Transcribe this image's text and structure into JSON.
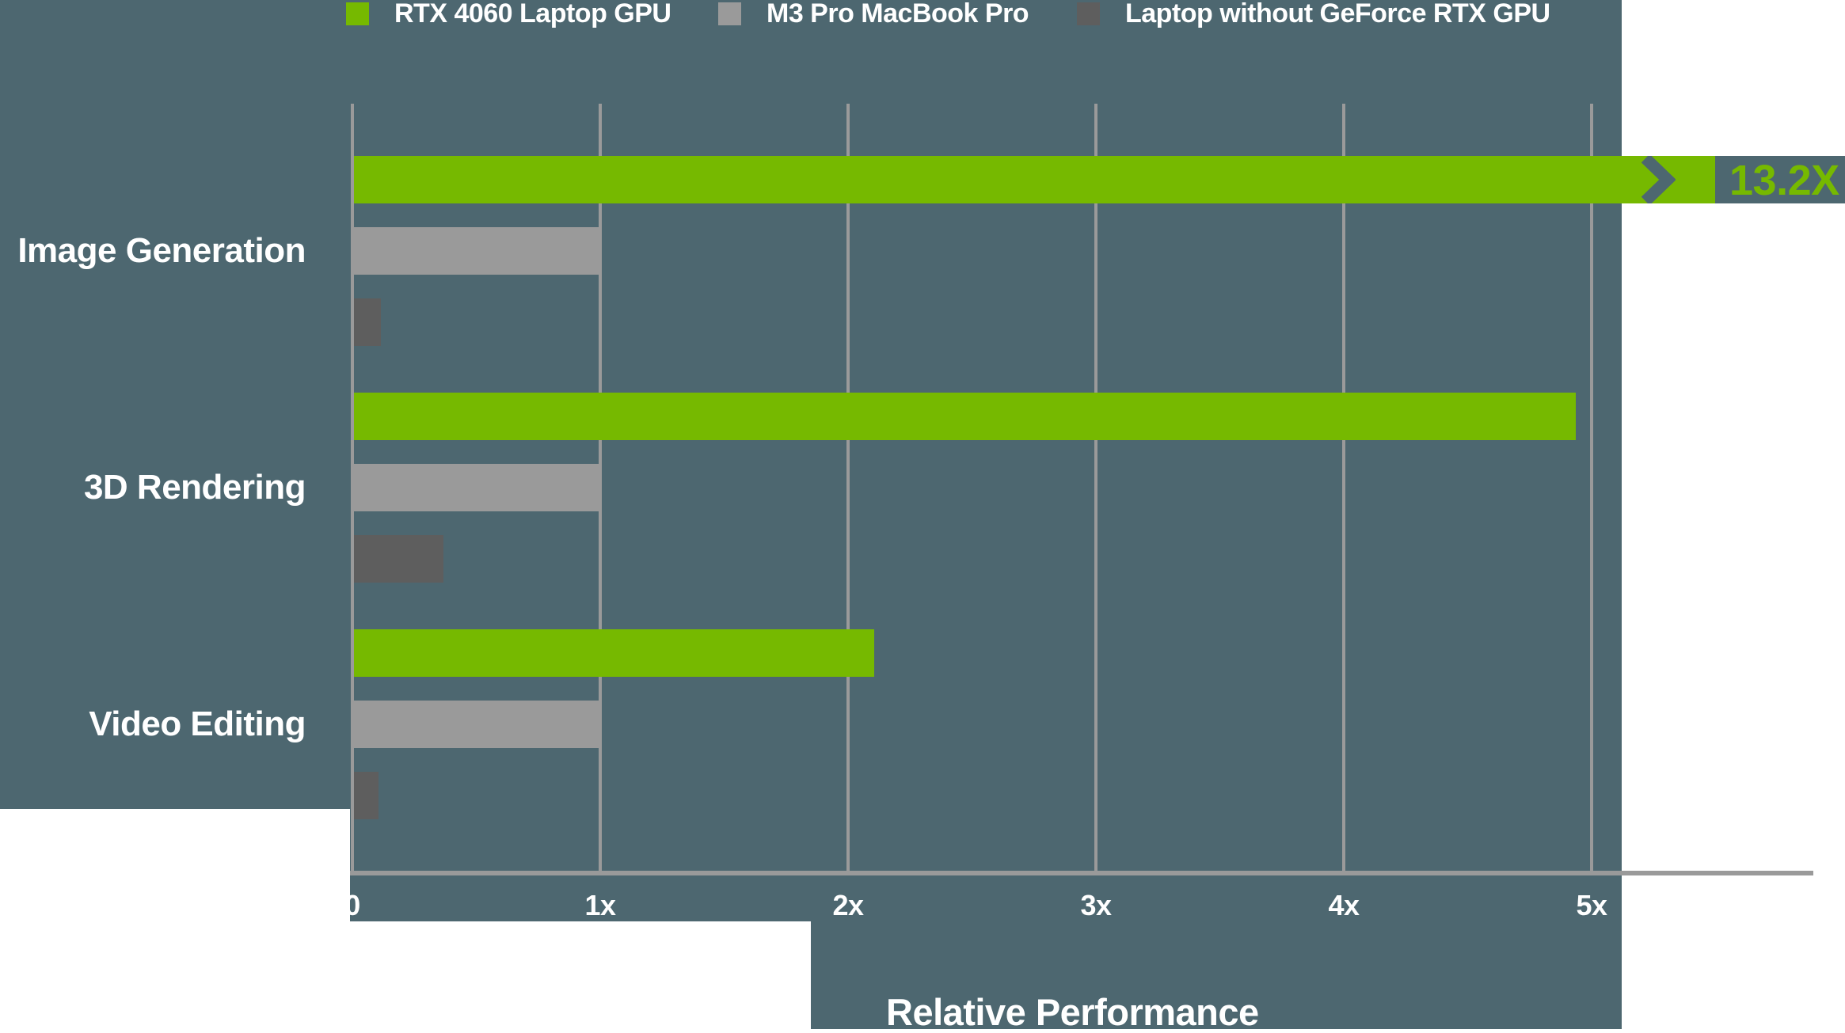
{
  "colors": {
    "panel": "#4D6770",
    "green": "#76B900",
    "gray": "#9A9A9A",
    "dark_gray": "#5E5E5E",
    "grid": "#9A9A9A",
    "text": "#FFFFFF",
    "page": "#FFFFFF"
  },
  "chart_data": {
    "type": "bar",
    "orientation": "horizontal",
    "categories": [
      "Image Generation",
      "3D Rendering",
      "Video Editing"
    ],
    "series": [
      {
        "name": "RTX 4060 Laptop GPU",
        "color": "#76B900",
        "values": [
          13.2,
          4.93,
          2.1
        ]
      },
      {
        "name": "M3 Pro MacBook Pro",
        "color": "#9A9A9A",
        "values": [
          1.0,
          1.0,
          1.0
        ]
      },
      {
        "name": "Laptop without GeForce RTX GPU",
        "color": "#5E5E5E",
        "values": [
          0.11,
          0.36,
          0.1
        ]
      }
    ],
    "x_ticks": [
      "0",
      "1x",
      "2x",
      "3x",
      "4x",
      "5x"
    ],
    "x_tick_values": [
      0,
      1,
      2,
      3,
      4,
      5
    ],
    "xlim": [
      0,
      6
    ],
    "xlabel": "Relative Performance",
    "grid": "vertical gridlines only",
    "legend_position": "top",
    "bar_annotations": [
      {
        "category": "Image Generation",
        "series": "RTX 4060 Laptop GPU",
        "text": "13.2X",
        "style": "off-scale bar with axis-break chevron and value badge"
      }
    ]
  }
}
